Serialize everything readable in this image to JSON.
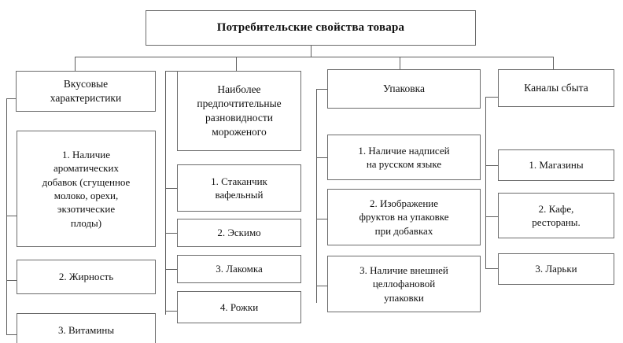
{
  "diagram": {
    "title": "Потребительские свойства товара",
    "root": {
      "label": "Потребительские свойства товара"
    },
    "branches": [
      {
        "id": "taste",
        "label": "Вкусовые\nхарактеристики",
        "items": [
          {
            "label": "1. Наличие\nароматических\nдобавок (сгущенное\nмолоко, орехи,\nэкзотические\nплоды)"
          },
          {
            "label": "2. Жирность"
          },
          {
            "label": "3. Витамины"
          }
        ]
      },
      {
        "id": "kinds",
        "label": "Наиболее\nпредпочтительные\nразновидности\nмороженого",
        "items": [
          {
            "label": "1. Стаканчик\nвафельный"
          },
          {
            "label": "2. Эскимо"
          },
          {
            "label": "3. Лакомка"
          },
          {
            "label": "4. Рожки"
          }
        ]
      },
      {
        "id": "packaging",
        "label": "Упаковка",
        "items": [
          {
            "label": "1. Наличие надписей\nна русском языке"
          },
          {
            "label": "2. Изображение\nфруктов на упаковке\nпри добавках"
          },
          {
            "label": "3. Наличие внешней\nцеллофановой\nупаковки"
          }
        ]
      },
      {
        "id": "channels",
        "label": "Каналы сбыта",
        "items": [
          {
            "label": "1. Магазины"
          },
          {
            "label": "2. Кафе,\nрестораны."
          },
          {
            "label": "3. Ларьки"
          }
        ]
      }
    ]
  },
  "colors": {
    "border": "#6b6b6b",
    "connector": "#5f5f5f",
    "background": "#ffffff",
    "text": "#111111"
  }
}
